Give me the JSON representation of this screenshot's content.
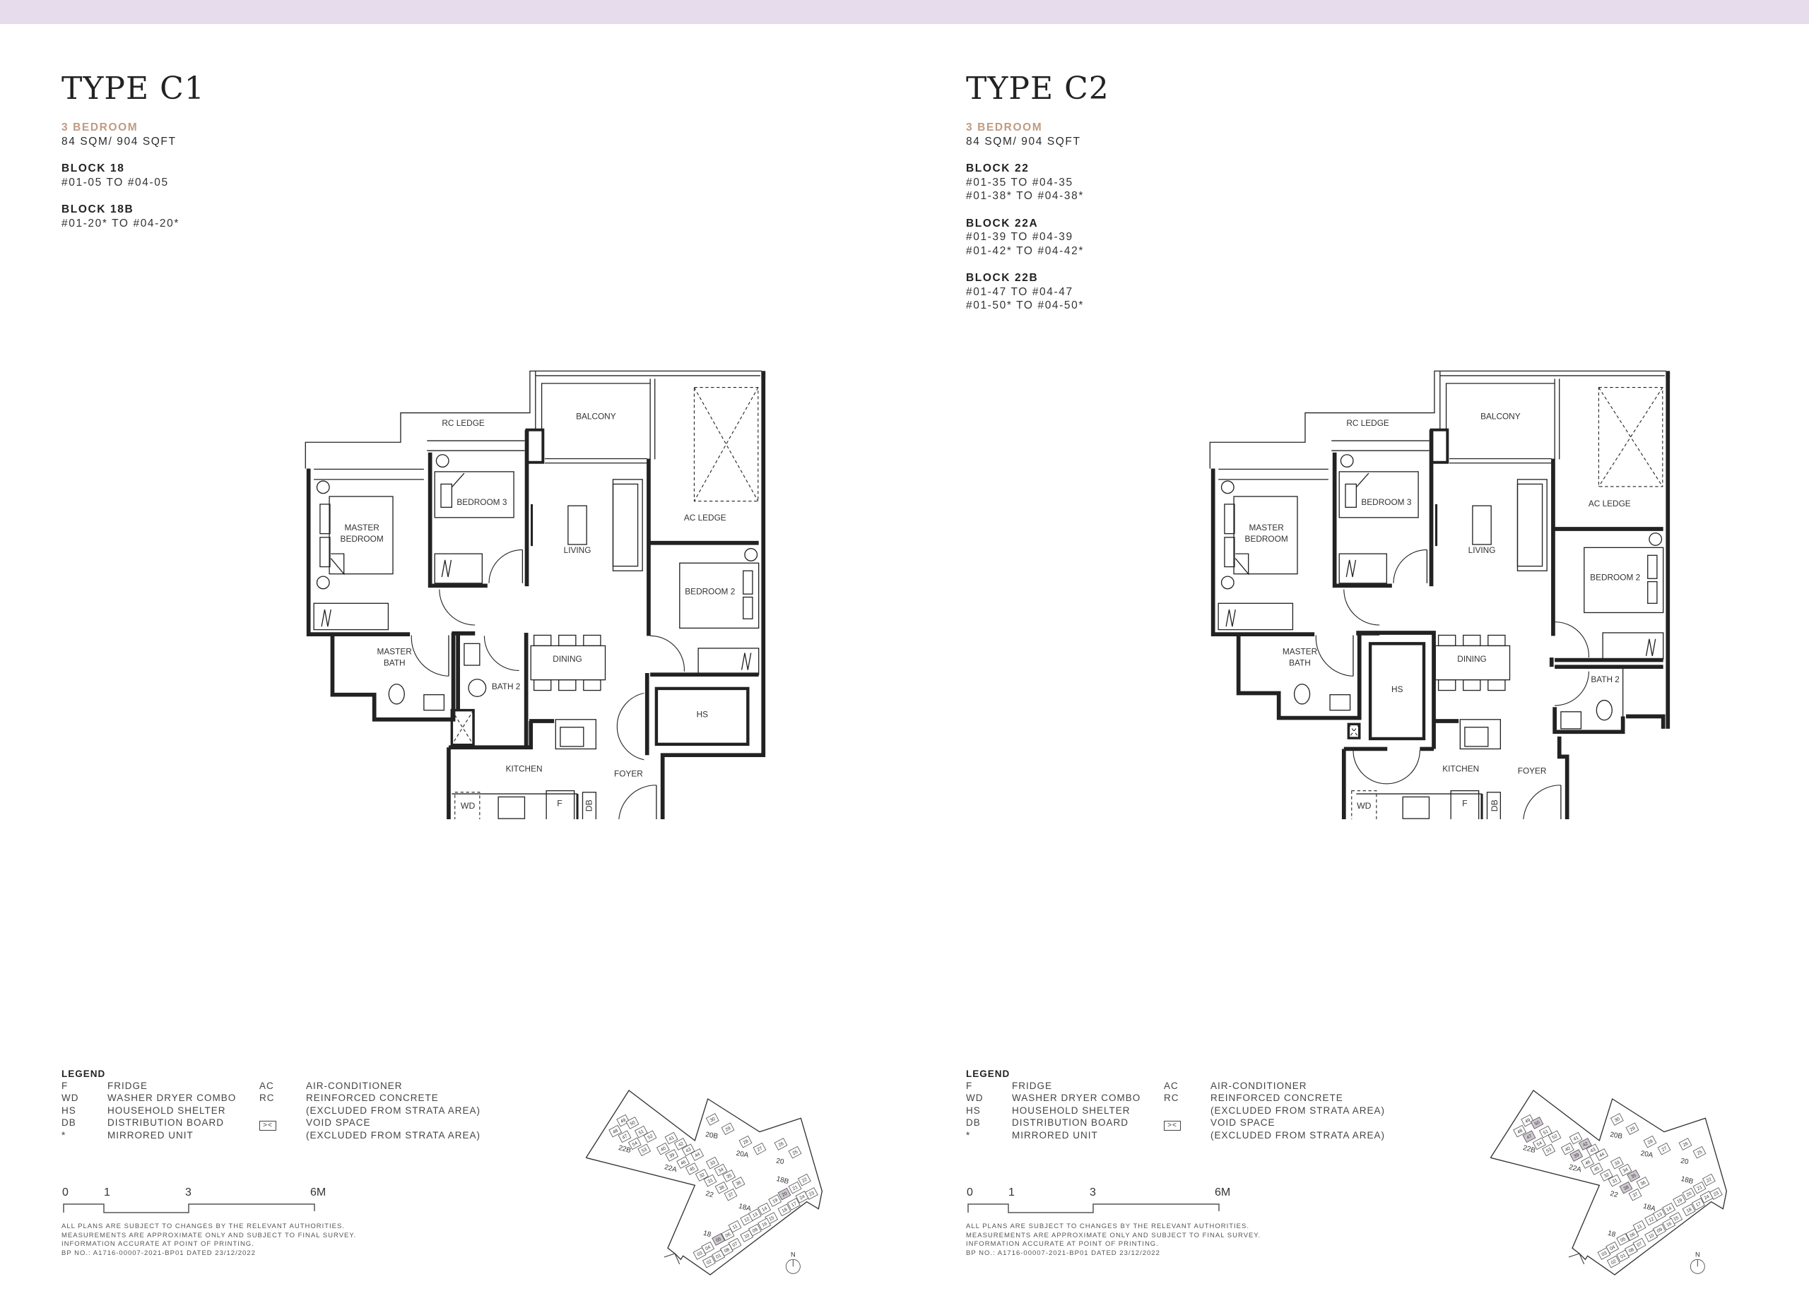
{
  "colors": {
    "top_band": "#e6dcec",
    "accent": "#c19b82",
    "highlight": "#cfc8d1"
  },
  "pages": [
    {
      "title": "TYPE C1",
      "bedroom": "3 BEDROOM",
      "area": "84 SQM/ 904 SQFT",
      "blocks": [
        {
          "name": "BLOCK 18",
          "ranges": [
            "#01-05 TO #04-05"
          ]
        },
        {
          "name": "BLOCK 18B",
          "ranges": [
            "#01-20* TO #04-20*"
          ]
        }
      ],
      "plan": {
        "rc_ledge": [
          "RC LEDGE"
        ],
        "balcony": [
          "BALCONY"
        ],
        "master_bedroom": [
          "MASTER",
          "BEDROOM"
        ],
        "bedroom_3": [
          "BEDROOM 3"
        ],
        "living": [
          "LIVING"
        ],
        "ac_ledge": [
          "AC LEDGE"
        ],
        "bedroom_2": [
          "BEDROOM 2"
        ],
        "master_bath": [
          "MASTER",
          "BATH"
        ],
        "bath_2": [
          "BATH 2"
        ],
        "dining": [
          "DINING"
        ],
        "hs": [
          "HS"
        ],
        "kitchen": [
          "KITCHEN"
        ],
        "foyer": [
          "FOYER"
        ],
        "wd": [
          "WD"
        ],
        "f": [
          "F"
        ],
        "db": [
          "DB"
        ]
      },
      "highlighted_units": [
        "05",
        "20"
      ]
    },
    {
      "title": "TYPE C2",
      "bedroom": "3 BEDROOM",
      "area": "84 SQM/ 904 SQFT",
      "blocks": [
        {
          "name": "BLOCK 22",
          "ranges": [
            "#01-35 TO #04-35",
            "#01-38* TO #04-38*"
          ]
        },
        {
          "name": "BLOCK 22A",
          "ranges": [
            "#01-39 TO #04-39",
            "#01-42* TO #04-42*"
          ]
        },
        {
          "name": "BLOCK 22B",
          "ranges": [
            "#01-47 TO #04-47",
            "#01-50* TO #04-50*"
          ]
        }
      ],
      "plan": {
        "rc_ledge": [
          "RC LEDGE"
        ],
        "balcony": [
          "BALCONY"
        ],
        "master_bedroom": [
          "MASTER",
          "BEDROOM"
        ],
        "bedroom_3": [
          "BEDROOM 3"
        ],
        "living": [
          "LIVING"
        ],
        "ac_ledge": [
          "AC LEDGE"
        ],
        "bedroom_2": [
          "BEDROOM 2"
        ],
        "master_bath": [
          "MASTER",
          "BATH"
        ],
        "bath_2": [
          "BATH 2"
        ],
        "dining": [
          "DINING"
        ],
        "hs": [
          "HS"
        ],
        "kitchen": [
          "KITCHEN"
        ],
        "foyer": [
          "FOYER"
        ],
        "wd": [
          "WD"
        ],
        "f": [
          "F"
        ],
        "db": [
          "DB"
        ]
      },
      "highlighted_units": [
        "35",
        "38",
        "39",
        "42",
        "47",
        "50"
      ]
    }
  ],
  "legend": {
    "heading": "LEGEND",
    "left": [
      {
        "abbr": "F",
        "desc": "FRIDGE"
      },
      {
        "abbr": "WD",
        "desc": "WASHER DRYER COMBO"
      },
      {
        "abbr": "HS",
        "desc": "HOUSEHOLD SHELTER"
      },
      {
        "abbr": "DB",
        "desc": "DISTRIBUTION BOARD"
      },
      {
        "abbr": "*",
        "desc": "MIRRORED UNIT"
      }
    ],
    "right": [
      {
        "abbr": "AC",
        "desc": "AIR-CONDITIONER"
      },
      {
        "abbr": "RC",
        "desc": "REINFORCED CONCRETE"
      },
      {
        "abbr": "",
        "desc": "(EXCLUDED FROM STRATA AREA)"
      },
      {
        "abbr": "void-space-icon",
        "desc": "VOID SPACE"
      },
      {
        "abbr": "",
        "desc": "(EXCLUDED FROM STRATA AREA)"
      }
    ]
  },
  "scale": {
    "labels": [
      "0",
      "1",
      "3",
      "6M"
    ]
  },
  "disclaimer": [
    "ALL PLANS ARE SUBJECT TO CHANGES BY THE RELEVANT AUTHORITIES.",
    "MEASUREMENTS ARE APPROXIMATE ONLY AND SUBJECT TO FINAL SURVEY.",
    "INFORMATION ACCURATE AT POINT OF PRINTING.",
    "BP NO.: A1716-00007-2021-BP01 DATED 23/12/2022"
  ],
  "site_plan": {
    "north": "N",
    "blocks": [
      "22B",
      "22A",
      "22",
      "20B",
      "20A",
      "20",
      "18B",
      "18A",
      "18"
    ],
    "units": [
      "01",
      "02",
      "03",
      "04",
      "05",
      "06",
      "07",
      "08",
      "09",
      "10",
      "11",
      "12",
      "13",
      "14",
      "15",
      "16",
      "17",
      "18",
      "19",
      "20",
      "21",
      "22",
      "23",
      "24",
      "25",
      "26",
      "27",
      "28",
      "29",
      "30",
      "31",
      "32",
      "33",
      "34",
      "35",
      "36",
      "37",
      "38",
      "39",
      "40",
      "41",
      "42",
      "43",
      "44",
      "45",
      "46",
      "47",
      "48",
      "49",
      "50",
      "51",
      "52",
      "53",
      "54"
    ]
  }
}
